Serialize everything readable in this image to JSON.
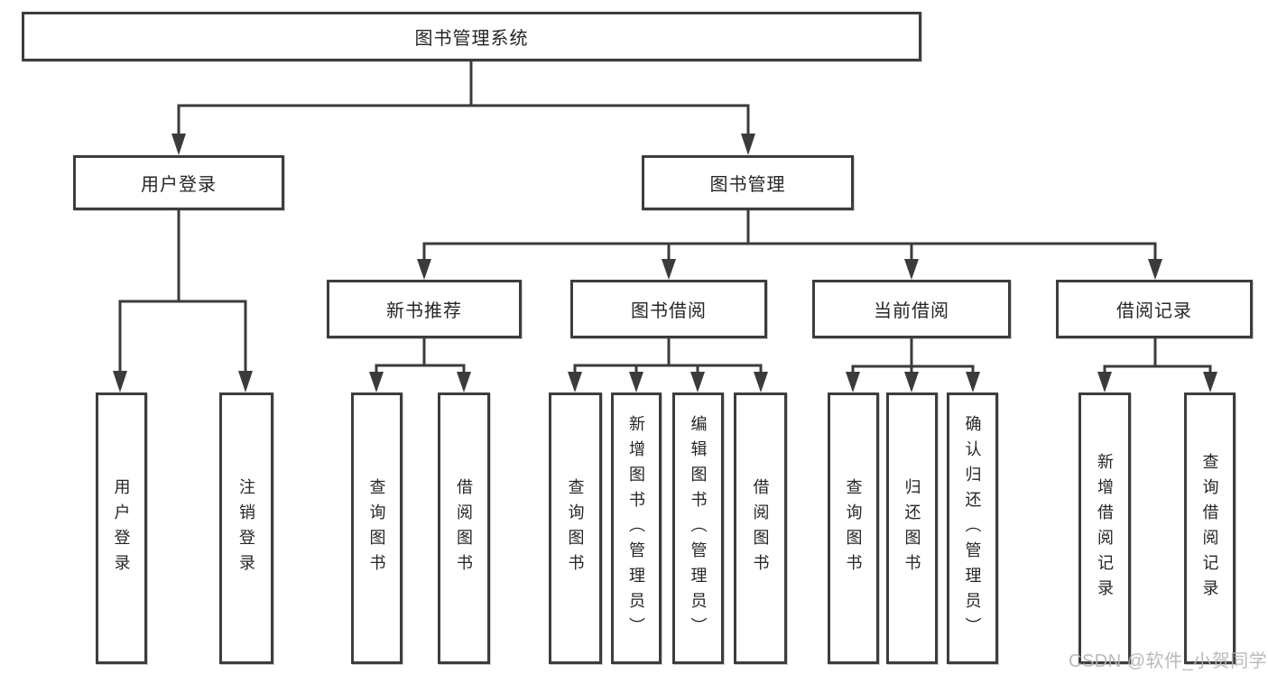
{
  "colors": {
    "line": "#3b3b3b",
    "border": "#3d3d3d",
    "text": "#262626",
    "background": "#ffffff",
    "watermark": "#b5b5b5"
  },
  "watermark": {
    "text": "CSDN @软件_小贺同学"
  },
  "tree": {
    "root": {
      "label": "图书管理系统"
    },
    "branches": [
      {
        "label": "用户登录",
        "leaves": [
          {
            "label": "用户登录"
          },
          {
            "label": "注销登录"
          }
        ]
      },
      {
        "label": "图书管理",
        "groups": [
          {
            "label": "新书推荐",
            "leaves": [
              {
                "label": "查询图书"
              },
              {
                "label": "借阅图书"
              }
            ]
          },
          {
            "label": "图书借阅",
            "leaves": [
              {
                "label": "查询图书"
              },
              {
                "label": "新增图书（管理员）"
              },
              {
                "label": "编辑图书（管理员）"
              },
              {
                "label": "借阅图书"
              }
            ]
          },
          {
            "label": "当前借阅",
            "leaves": [
              {
                "label": "查询图书"
              },
              {
                "label": "归还图书"
              },
              {
                "label": "确认归还（管理员）"
              }
            ]
          },
          {
            "label": "借阅记录",
            "leaves": [
              {
                "label": "新增借阅记录"
              },
              {
                "label": "查询借阅记录"
              }
            ]
          }
        ]
      }
    ]
  }
}
